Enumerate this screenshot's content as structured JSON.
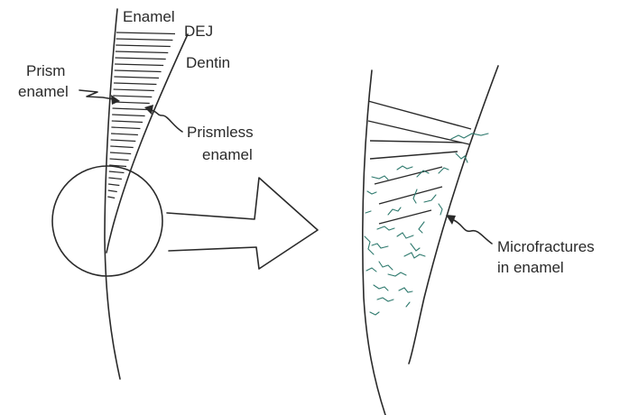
{
  "labels": {
    "enamel": "Enamel",
    "dej": "DEJ",
    "dentin": "Dentin",
    "prism_enamel_line1": "Prism",
    "prism_enamel_line2": "enamel",
    "prismless_line1": "Prismless",
    "prismless_line2": "enamel",
    "microfractures_line1": "Microfractures",
    "microfractures_line2": "in enamel"
  },
  "colors": {
    "ink": "#2a2a2a",
    "microfracture": "#2f7a6e",
    "background": "#ffffff"
  }
}
